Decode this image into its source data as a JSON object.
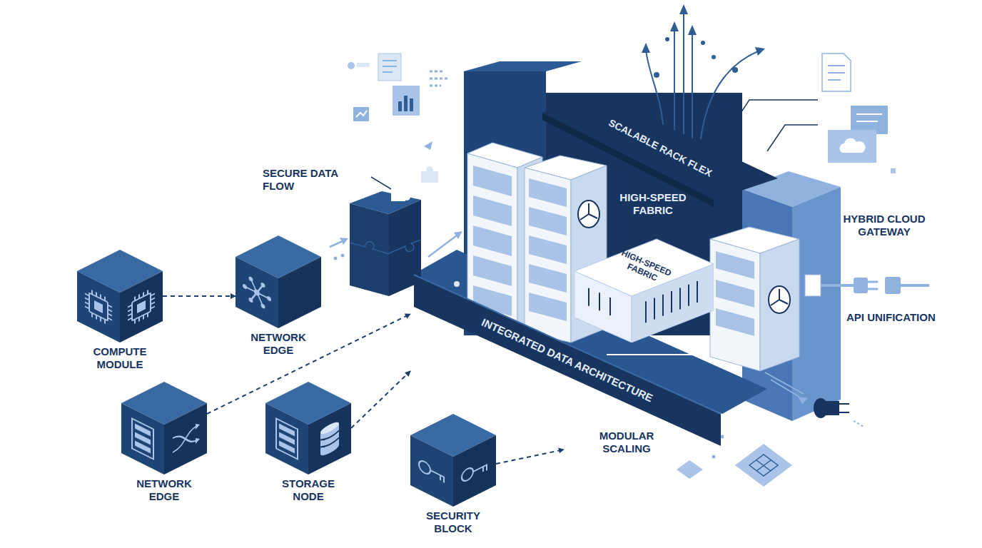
{
  "diagram": {
    "nodes": [
      {
        "text": [
          "COMPUTE MODULE"
        ]
      },
      {
        "text": [
          "NETWORK EDGE"
        ]
      },
      {
        "text": [
          "NETWORK EDGE"
        ]
      },
      {
        "text": [
          "STORAGE NODE"
        ]
      },
      {
        "text": [
          "SECURITY BLOCK"
        ]
      },
      {
        "text": [
          "INTEGRATED DATA ARCHITECTURE"
        ]
      },
      {
        "text": [
          "SCALABLE RACK FLEX"
        ]
      },
      {
        "text": [
          "HIGH-SPEED FABRIC"
        ]
      }
    ],
    "edges": [
      {
        "from": 0,
        "to": 1,
        "arrow": "to"
      },
      {
        "from": 2,
        "to": 5,
        "arrow": "to"
      },
      {
        "from": 3,
        "to": 5,
        "arrow": "to"
      },
      {
        "from": 4,
        "to": 5,
        "arrow": "to"
      }
    ],
    "labels": [
      "SECURE DATA FLOW",
      "HIGH-SPEED FABRIC",
      "HYBRID CLOUD GATEWAY",
      "API UNIFICATION",
      "MODULAR SCALING"
    ]
  }
}
